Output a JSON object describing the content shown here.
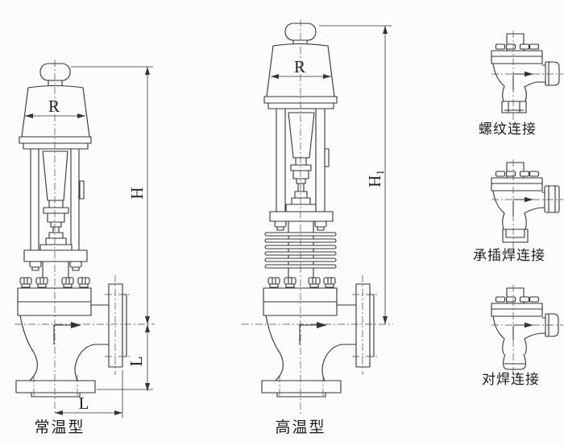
{
  "drawing": {
    "background_color": "#fcfcfc",
    "line_color": "#333333",
    "valve_normal": {
      "caption": "常温型",
      "dim_r": "R",
      "dim_h": "H",
      "dim_l_vertical": "L",
      "dim_l_horizontal": "L"
    },
    "valve_high": {
      "caption": "高温型",
      "dim_r": "R",
      "dim_h1_main": "H",
      "dim_h1_sub": "1"
    },
    "connection_variants": [
      {
        "caption": "螺纹连接"
      },
      {
        "caption": "承插焊连接"
      },
      {
        "caption": "对焊连接"
      }
    ]
  }
}
